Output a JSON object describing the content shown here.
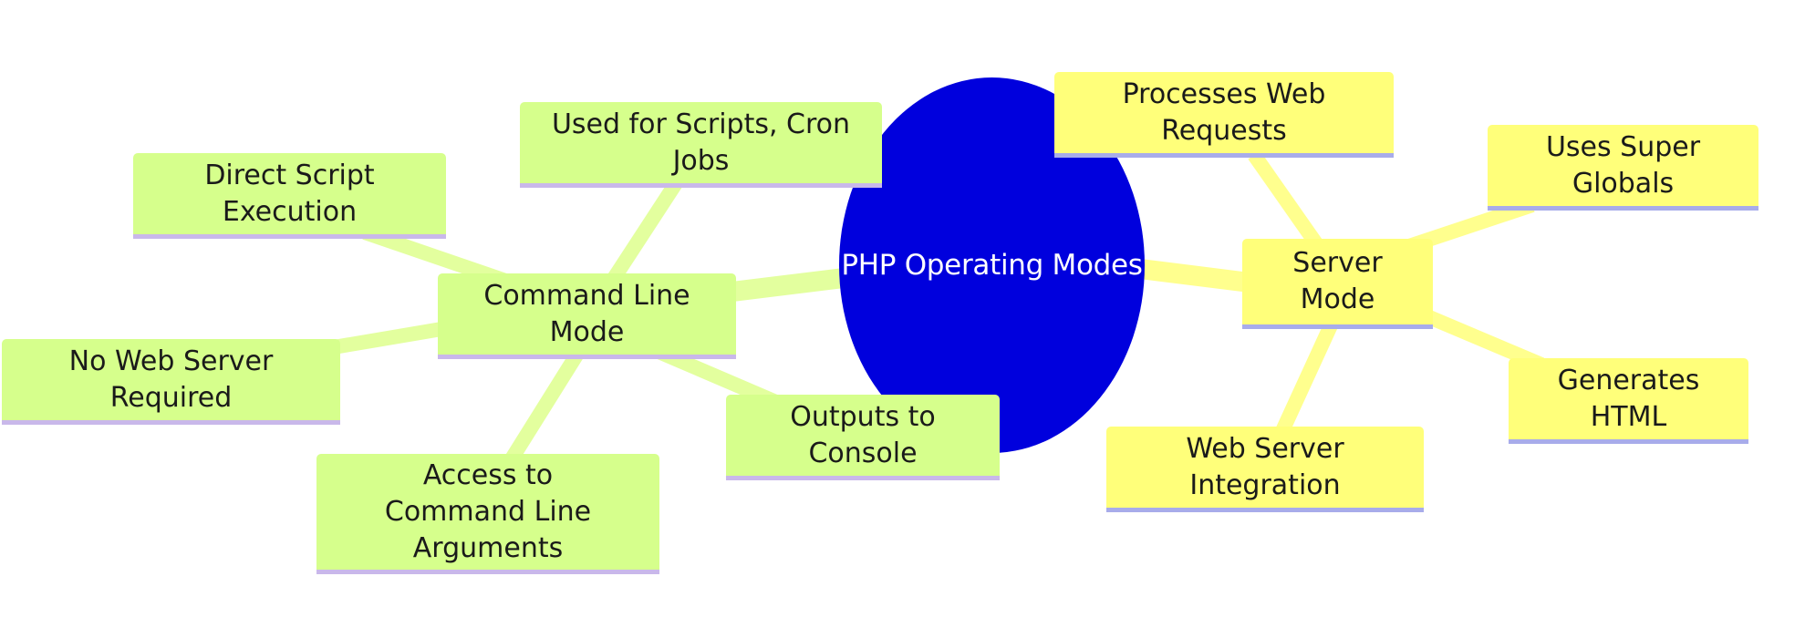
{
  "diagram": {
    "root": {
      "label": "PHP Operating Modes",
      "color": "#0000dd"
    },
    "branches": [
      {
        "id": "command-line",
        "label": "Command Line Mode",
        "color": "#d6ff8c",
        "edge_color": "#e3ff9e",
        "children": [
          "Used for Scripts, Cron Jobs",
          "Direct Script Execution",
          "No Web Server Required",
          "Access to Command Line Arguments",
          "Outputs to Console"
        ]
      },
      {
        "id": "server",
        "label": "Server Mode",
        "color": "#ffff7a",
        "edge_color": "#ffff8e",
        "children": [
          "Processes Web Requests",
          "Uses Super Globals",
          "Generates HTML",
          "Web Server Integration"
        ]
      }
    ]
  }
}
